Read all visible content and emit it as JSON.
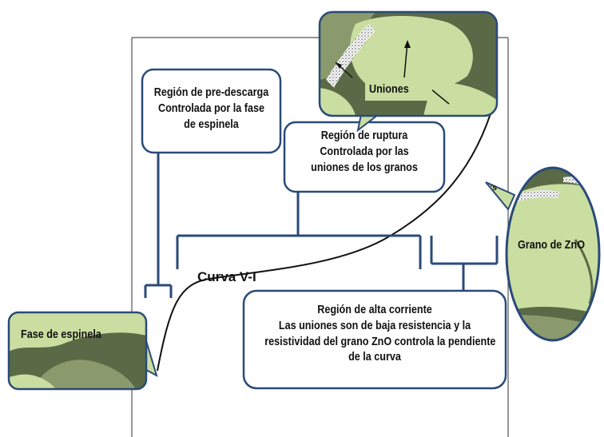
{
  "boxes": {
    "predischarge": {
      "line1": "Región de pre-descarga",
      "line2": "Controlada por la fase",
      "line3": "de espinela"
    },
    "breakdown": {
      "line1": "Región de ruptura",
      "line2": "Controlada por las",
      "line3": "uniones de los granos"
    },
    "highcurrent": {
      "line1": "Región de alta corriente",
      "line2": "Las uniones son de baja resistencia y la",
      "line3": "resistividad del grano ZnO controla la pendiente",
      "line4": "de la curva"
    }
  },
  "curve": {
    "label": "Curva V-I"
  },
  "insets": {
    "unions": "Uniones",
    "spinel": "Fase de espinela",
    "grain": "Grano de ZnO"
  },
  "colors": {
    "box_border": "#2a4a7a",
    "grain_fill": "#c9dea0",
    "grain_dark": "#5a6a46",
    "grain_mid": "#8a9a6c",
    "frame": "#555555"
  }
}
